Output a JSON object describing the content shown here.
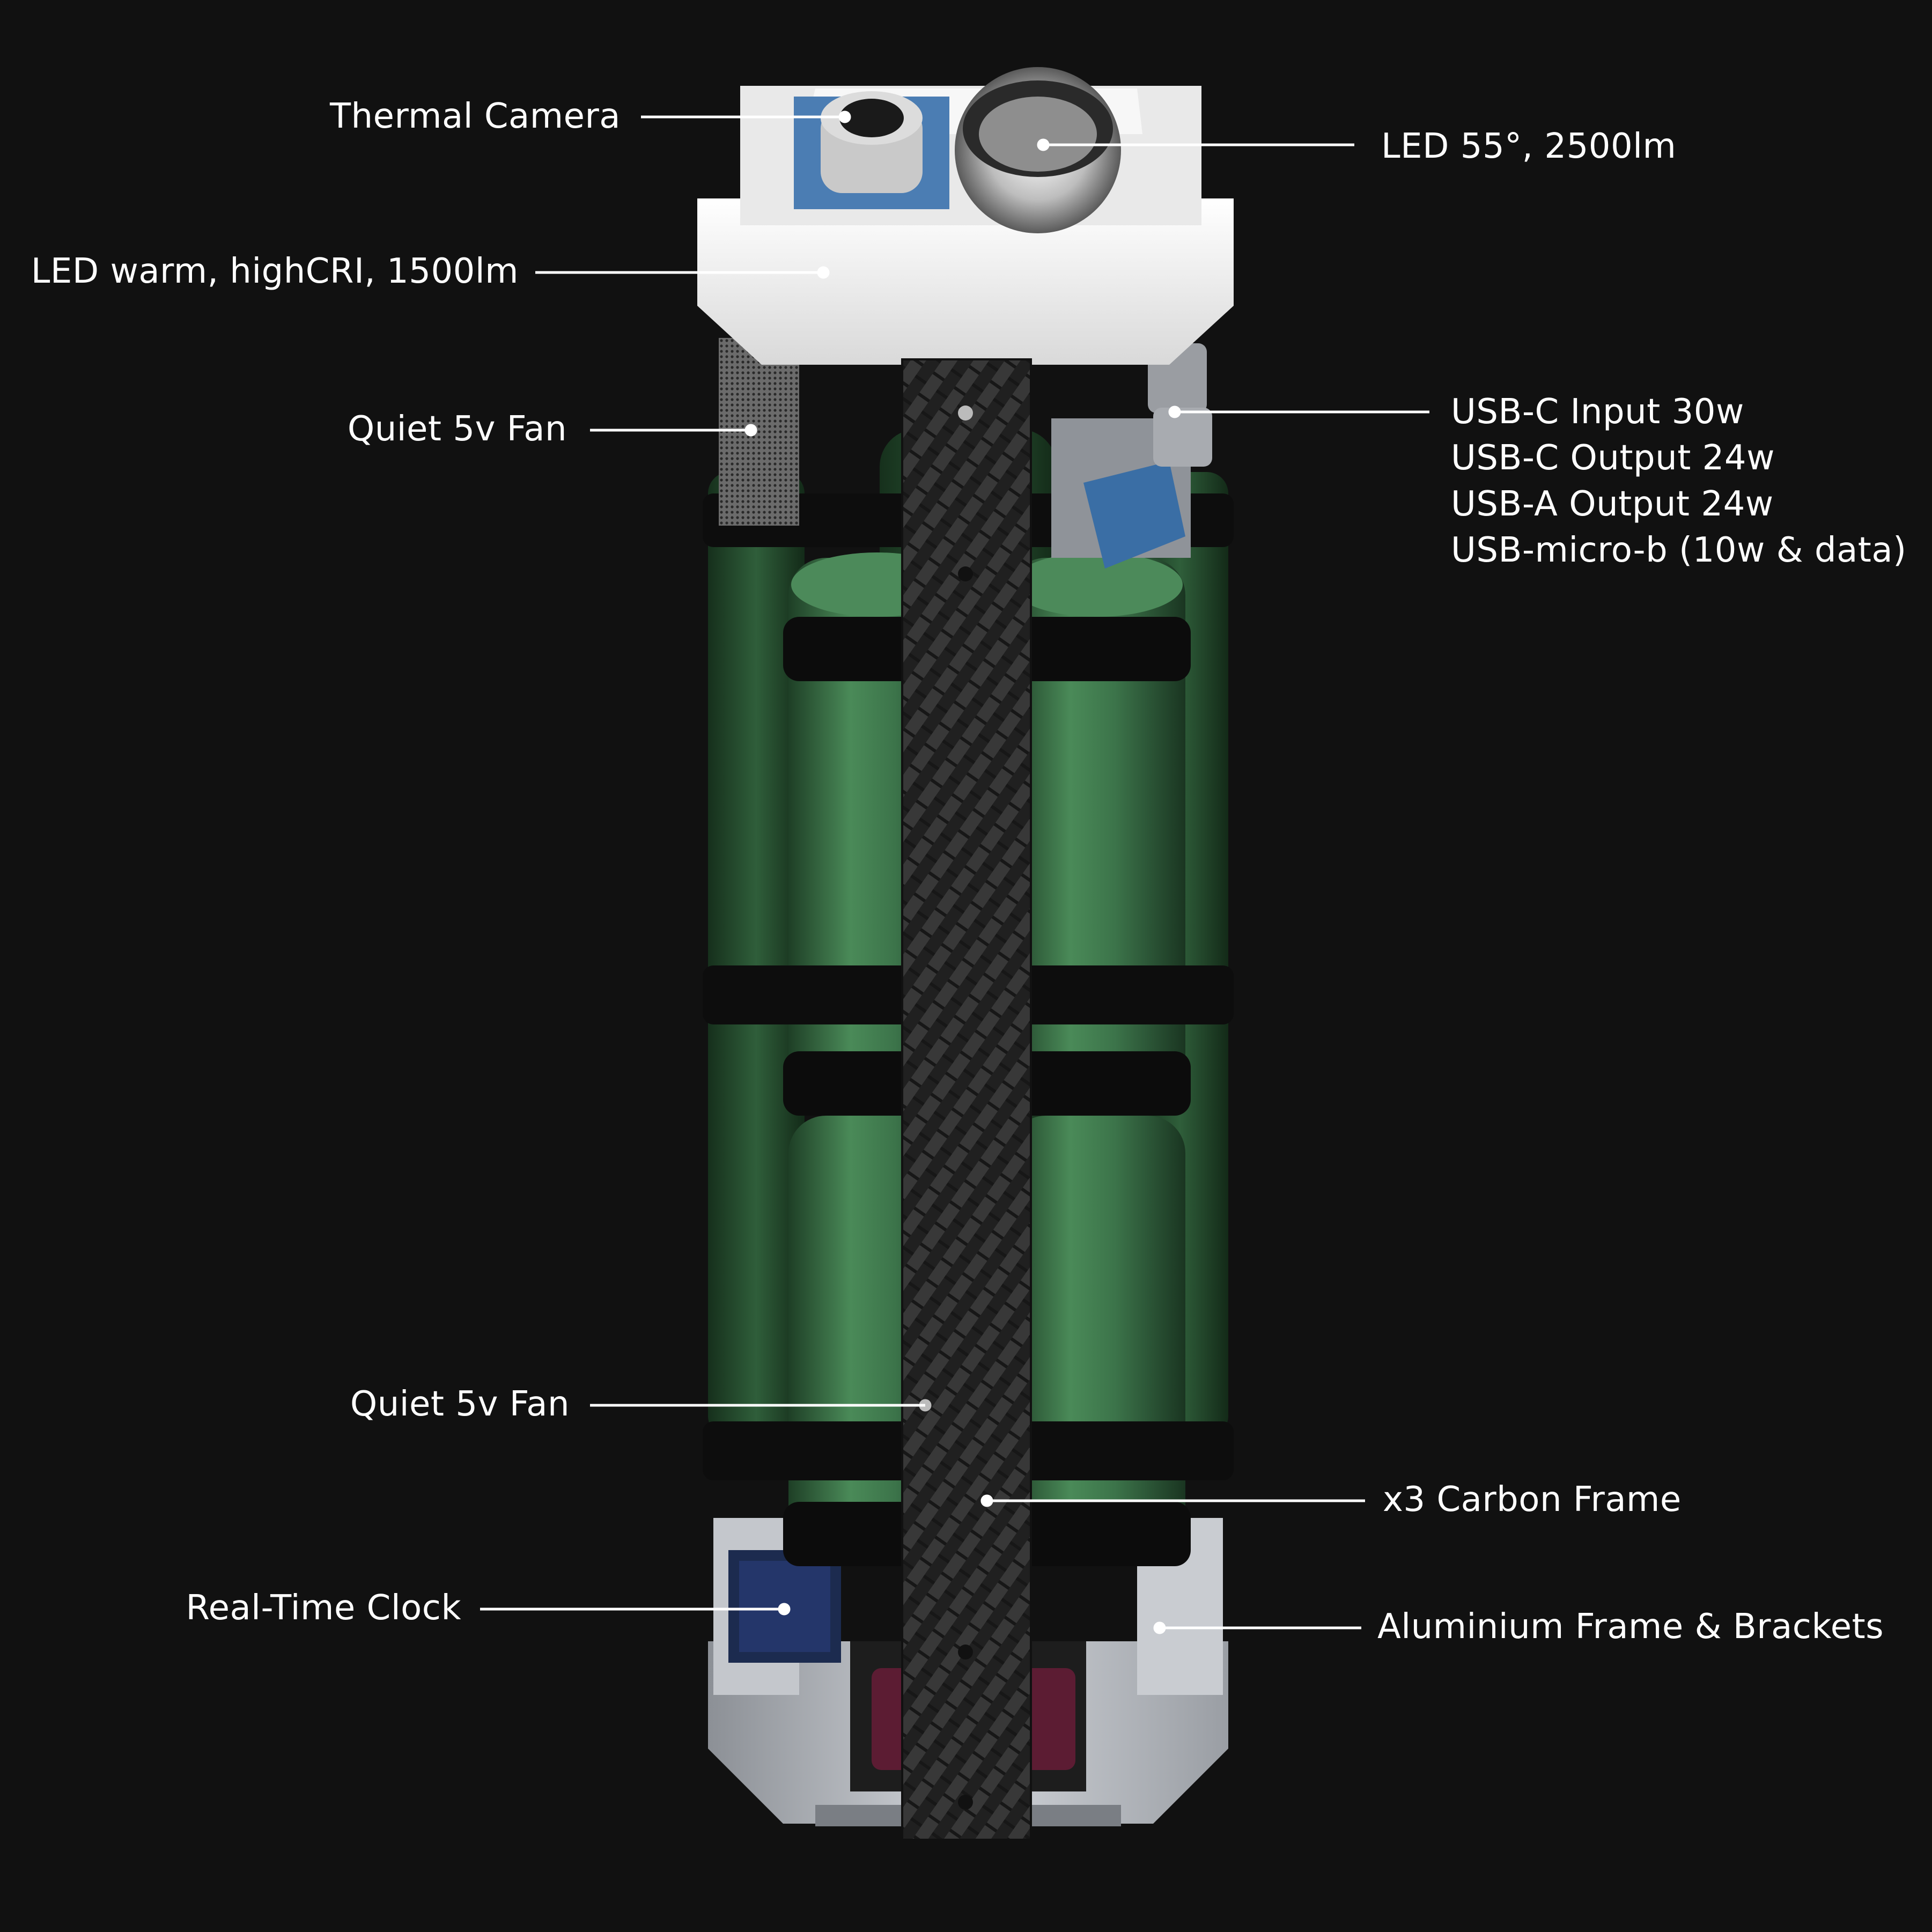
{
  "colors": {
    "background": "#111111",
    "label_text": "#ffffff",
    "leader_line": "#ffffff",
    "battery_green": "#3f7a4c",
    "carbon_dark": "#262626",
    "housing_white": "#f3f3f3",
    "aluminium": "#b8bcc2",
    "rtc_blue": "#1c2b4f",
    "connector_blue": "#3a6ea5"
  },
  "callouts": {
    "thermal_camera": "Thermal Camera",
    "led_main": "LED 55°, 2500lm",
    "led_warm": "LED warm, highCRI, 1500lm",
    "fan_top": "Quiet 5v Fan",
    "usb_ports": [
      "USB-C Input 30w",
      "USB-C Output 24w",
      "USB-A Output 24w",
      "USB-micro-b (10w & data)"
    ],
    "fan_bottom": "Quiet 5v Fan",
    "carbon_frame": "x3 Carbon Frame",
    "rtc": "Real-Time Clock",
    "aluminium_frame": "Aluminium Frame & Brackets"
  },
  "icons": {
    "device": "cutaway-power-bank-device-illustration"
  }
}
